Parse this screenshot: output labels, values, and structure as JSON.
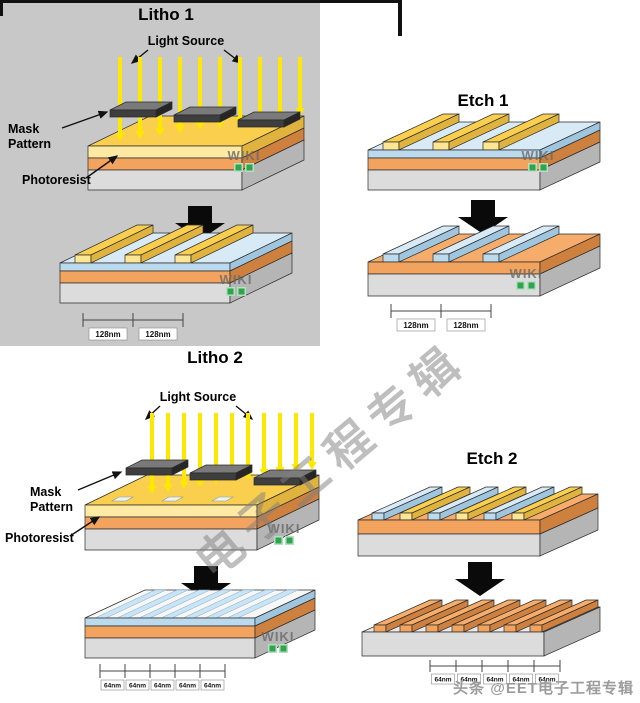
{
  "panels": {
    "litho1": {
      "title": "Litho 1",
      "light_source": "Light Source",
      "mask_line1": "Mask",
      "mask_line2": "Pattern",
      "photoresist": "Photoresist",
      "dims": [
        "128nm",
        "128nm"
      ]
    },
    "etch1": {
      "title": "Etch 1",
      "dims": [
        "128nm",
        "128nm"
      ]
    },
    "litho2": {
      "title": "Litho 2",
      "light_source": "Light Source",
      "mask_line1": "Mask",
      "mask_line2": "Pattern",
      "photoresist": "Photoresist",
      "dims": [
        "64nm",
        "64nm",
        "64nm",
        "64nm",
        "64nm"
      ]
    },
    "etch2": {
      "title": "Etch 2",
      "dims": [
        "64nm",
        "64nm",
        "64nm",
        "64nm",
        "64nm"
      ]
    }
  },
  "watermarks": {
    "wiki": "WIKI",
    "diagonal": "电子工程专辑",
    "credit": "头条 @EET电子工程专辑"
  },
  "colors": {
    "panel_gray": "#C8C8C8",
    "ray_yellow": "#FFE800",
    "resist_yellow_top": "#F9CF4D",
    "resist_yellow_front": "#FFE9A3",
    "oxide_blue_top": "#D7EAF6",
    "layer_orange": "#F2A45F",
    "substrate_gray": "#DCDCDC",
    "mask_dark": "#3E3E3E",
    "wiki_green": "#2EA44F"
  }
}
